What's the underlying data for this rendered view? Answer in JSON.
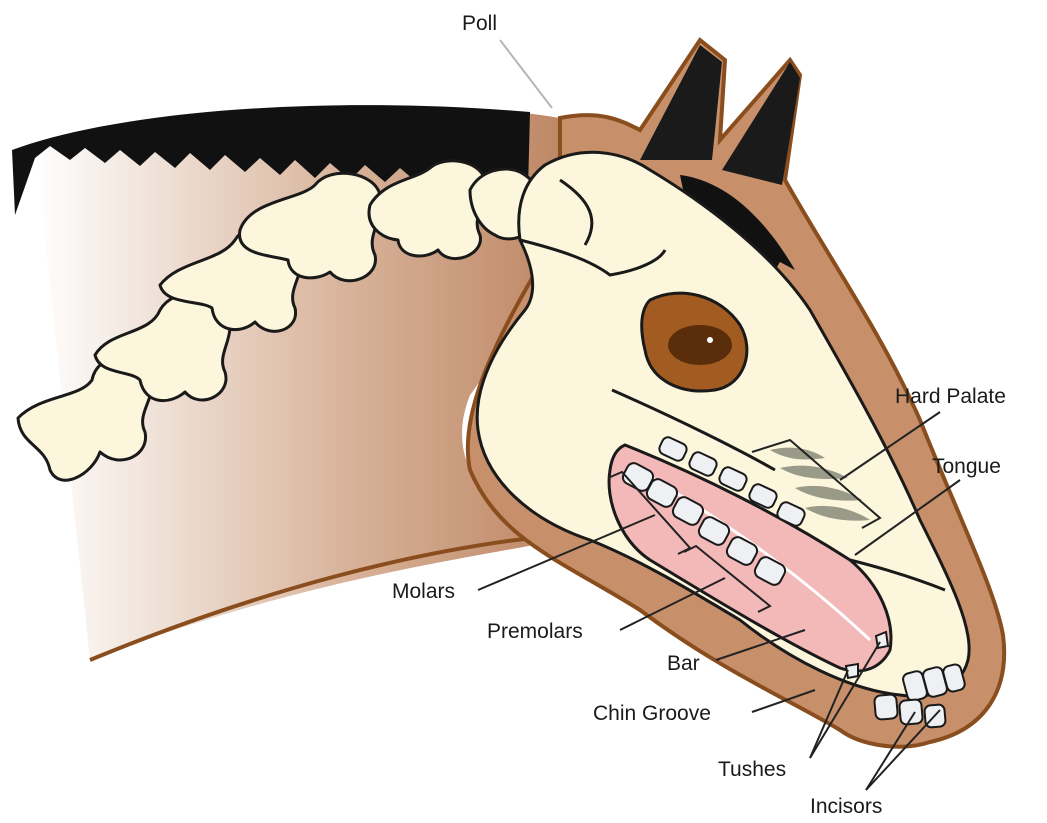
{
  "diagram": {
    "labels": {
      "poll": "Poll",
      "hard_palate": "Hard Palate",
      "tongue": "Tongue",
      "molars": "Molars",
      "premolars": "Premolars",
      "bar": "Bar",
      "chin_groove": "Chin Groove",
      "tushes": "Tushes",
      "incisors": "Incisors"
    },
    "colors": {
      "coat": "#c7906a",
      "coat_light": "#ffffff",
      "outline_brown": "#8a4e1e",
      "skull": "#fcf6dc",
      "mane": "#111111",
      "tongue": "#f3b8b8",
      "palate_ridges": "#9a9a88",
      "eye": "#6b3a12"
    }
  }
}
